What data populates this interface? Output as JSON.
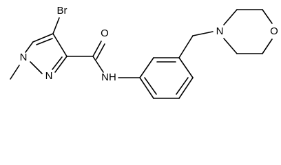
{
  "molecule": {
    "atoms": {
      "bromine": "Br",
      "methyl_nitrogen": "N",
      "ring_nitrogen": "N",
      "carbonyl_oxygen": "O",
      "amide_nh": "NH",
      "morpholine_nitrogen": "N",
      "morpholine_oxygen": "O"
    },
    "colors": {
      "bond": "#000000",
      "label": "#000000",
      "background": "#ffffff"
    }
  }
}
